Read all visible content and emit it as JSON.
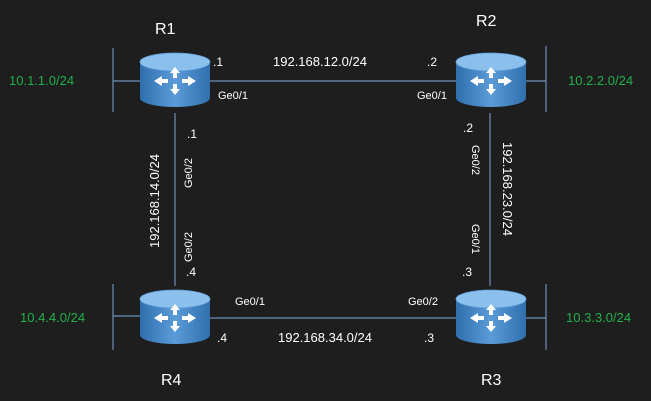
{
  "routers": [
    {
      "name": "R1"
    },
    {
      "name": "R2"
    },
    {
      "name": "R3"
    },
    {
      "name": "R4"
    }
  ],
  "lans": [
    {
      "router": "R1",
      "network": "10.1.1.0/24"
    },
    {
      "router": "R2",
      "network": "10.2.2.0/24"
    },
    {
      "router": "R3",
      "network": "10.3.3.0/24"
    },
    {
      "router": "R4",
      "network": "10.4.4.0/24"
    }
  ],
  "links": [
    {
      "network": "192.168.12.0/24",
      "a_host": ".1",
      "a_if": "Ge0/1",
      "b_host": ".2",
      "b_if": "Ge0/1"
    },
    {
      "network": "192.168.23.0/24",
      "a_host": ".2",
      "a_if": "Ge0/2",
      "b_host": ".3",
      "b_if": "Ge0/1"
    },
    {
      "network": "192.168.34.0/24",
      "a_host": ".3",
      "a_if": "Ge0/2",
      "b_host": ".4",
      "b_if": "Ge0/1"
    },
    {
      "network": "192.168.14.0/24",
      "a_host": ".1",
      "a_if": "Ge0/2",
      "b_host": ".4",
      "b_if": "Ge0/2"
    }
  ],
  "colors": {
    "background": "#1e1e1e",
    "router_body": "#3f84c7",
    "router_top": "#7fb4e4",
    "link": "#6d8fb8",
    "lan_label": "#22b04a",
    "text": "#ffffff"
  }
}
